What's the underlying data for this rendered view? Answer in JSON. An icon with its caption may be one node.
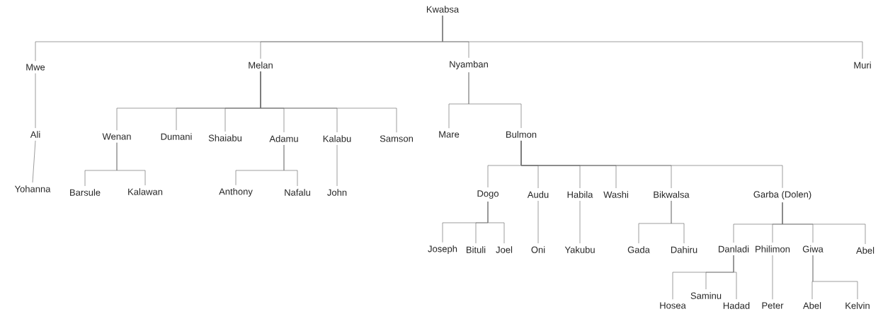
{
  "diagram": {
    "nodes": [
      {
        "text": [
          "Kwabsa"
        ]
      },
      {
        "text": [
          "Mwe"
        ]
      },
      {
        "text": [
          "Melan"
        ]
      },
      {
        "text": [
          "Nyamban"
        ]
      },
      {
        "text": [
          "Muri"
        ]
      },
      {
        "text": [
          "Ali"
        ]
      },
      {
        "text": [
          "Wenan"
        ]
      },
      {
        "text": [
          "Dumani"
        ]
      },
      {
        "text": [
          "Shaiabu"
        ]
      },
      {
        "text": [
          "Adamu"
        ]
      },
      {
        "text": [
          "Kalabu"
        ]
      },
      {
        "text": [
          "Samson"
        ]
      },
      {
        "text": [
          "Mare"
        ]
      },
      {
        "text": [
          "Bulmon"
        ]
      },
      {
        "text": [
          "Yohanna"
        ]
      },
      {
        "text": [
          "Barsule"
        ]
      },
      {
        "text": [
          "Kalawan"
        ]
      },
      {
        "text": [
          "Anthony"
        ]
      },
      {
        "text": [
          "Nafalu"
        ]
      },
      {
        "text": [
          "John"
        ]
      },
      {
        "text": [
          "Dogo"
        ]
      },
      {
        "text": [
          "Audu"
        ]
      },
      {
        "text": [
          "Habila"
        ]
      },
      {
        "text": [
          "Washi"
        ]
      },
      {
        "text": [
          "Bikwalsa"
        ]
      },
      {
        "text": [
          "Garba (Dolen)"
        ]
      },
      {
        "text": [
          "Joseph"
        ]
      },
      {
        "text": [
          "Bituli"
        ]
      },
      {
        "text": [
          "Joel"
        ]
      },
      {
        "text": [
          "Oni"
        ]
      },
      {
        "text": [
          "Yakubu"
        ]
      },
      {
        "text": [
          "Gada"
        ]
      },
      {
        "text": [
          "Dahiru"
        ]
      },
      {
        "text": [
          "Danladi"
        ]
      },
      {
        "text": [
          "Philimon"
        ]
      },
      {
        "text": [
          "Giwa"
        ]
      },
      {
        "text": [
          "Abel"
        ]
      },
      {
        "text": [
          "Hosea"
        ]
      },
      {
        "text": [
          "Saminu"
        ]
      },
      {
        "text": [
          "Hadad"
        ]
      },
      {
        "text": [
          "Peter"
        ]
      },
      {
        "text": [
          "Abel"
        ]
      },
      {
        "text": [
          "Kelvin"
        ]
      }
    ],
    "edges": [
      {
        "from": 0,
        "to": 1,
        "arrow": "none"
      },
      {
        "from": 0,
        "to": 2,
        "arrow": "none"
      },
      {
        "from": 0,
        "to": 3,
        "arrow": "none"
      },
      {
        "from": 0,
        "to": 4,
        "arrow": "none"
      },
      {
        "from": 1,
        "to": 5,
        "arrow": "none"
      },
      {
        "from": 2,
        "to": 6,
        "arrow": "none"
      },
      {
        "from": 2,
        "to": 7,
        "arrow": "none"
      },
      {
        "from": 2,
        "to": 8,
        "arrow": "none"
      },
      {
        "from": 2,
        "to": 9,
        "arrow": "none"
      },
      {
        "from": 2,
        "to": 10,
        "arrow": "none"
      },
      {
        "from": 2,
        "to": 11,
        "arrow": "none"
      },
      {
        "from": 3,
        "to": 12,
        "arrow": "none"
      },
      {
        "from": 3,
        "to": 13,
        "arrow": "none"
      },
      {
        "from": 5,
        "to": 14,
        "arrow": "none"
      },
      {
        "from": 6,
        "to": 15,
        "arrow": "none"
      },
      {
        "from": 6,
        "to": 16,
        "arrow": "none"
      },
      {
        "from": 9,
        "to": 17,
        "arrow": "none"
      },
      {
        "from": 9,
        "to": 18,
        "arrow": "none"
      },
      {
        "from": 10,
        "to": 19,
        "arrow": "none"
      },
      {
        "from": 13,
        "to": 20,
        "arrow": "none"
      },
      {
        "from": 13,
        "to": 21,
        "arrow": "none"
      },
      {
        "from": 13,
        "to": 22,
        "arrow": "none"
      },
      {
        "from": 13,
        "to": 23,
        "arrow": "none"
      },
      {
        "from": 13,
        "to": 24,
        "arrow": "none"
      },
      {
        "from": 13,
        "to": 25,
        "arrow": "none"
      },
      {
        "from": 20,
        "to": 26,
        "arrow": "none"
      },
      {
        "from": 20,
        "to": 27,
        "arrow": "none"
      },
      {
        "from": 20,
        "to": 28,
        "arrow": "none"
      },
      {
        "from": 21,
        "to": 29,
        "arrow": "none"
      },
      {
        "from": 22,
        "to": 30,
        "arrow": "none"
      },
      {
        "from": 24,
        "to": 31,
        "arrow": "none"
      },
      {
        "from": 24,
        "to": 32,
        "arrow": "none"
      },
      {
        "from": 25,
        "to": 33,
        "arrow": "none"
      },
      {
        "from": 25,
        "to": 34,
        "arrow": "none"
      },
      {
        "from": 25,
        "to": 35,
        "arrow": "none"
      },
      {
        "from": 25,
        "to": 36,
        "arrow": "none"
      },
      {
        "from": 33,
        "to": 37,
        "arrow": "none"
      },
      {
        "from": 33,
        "to": 38,
        "arrow": "none"
      },
      {
        "from": 33,
        "to": 39,
        "arrow": "none"
      },
      {
        "from": 34,
        "to": 40,
        "arrow": "none"
      },
      {
        "from": 35,
        "to": 41,
        "arrow": "none"
      },
      {
        "from": 35,
        "to": 42,
        "arrow": "none"
      }
    ]
  }
}
